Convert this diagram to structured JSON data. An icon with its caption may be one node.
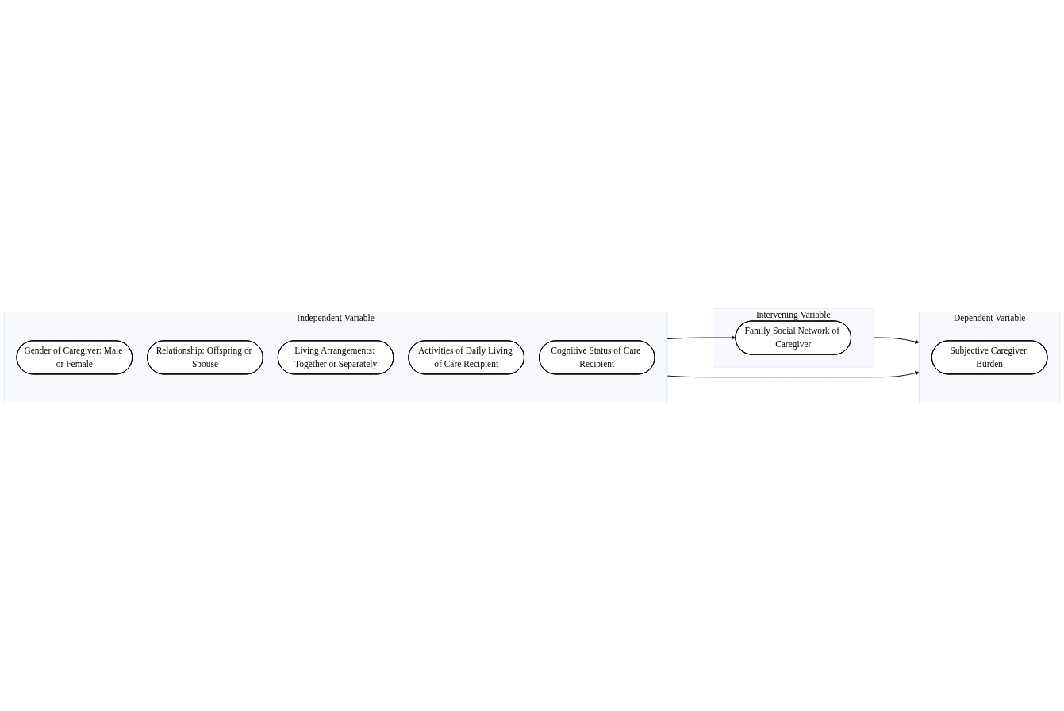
{
  "diagram": {
    "nodes": [
      {
        "text": [
          "Independent Variable"
        ]
      },
      {
        "text": [
          "Gender of Caregiver: Male or Female"
        ],
        "in": 0
      },
      {
        "text": [
          "Relationship: Offspring or Spouse"
        ],
        "in": 0
      },
      {
        "text": [
          "Living Arrangements: Together or Separately"
        ],
        "in": 0
      },
      {
        "text": [
          "Activities of Daily Living of Care Recipient"
        ],
        "in": 0
      },
      {
        "text": [
          "Cognitive Status of Care Recipient"
        ],
        "in": 0
      },
      {
        "text": [
          "Intervening Variable"
        ]
      },
      {
        "text": [
          "Family Social Network of Caregiver"
        ],
        "in": 6
      },
      {
        "text": [
          "Dependent Variable"
        ]
      },
      {
        "text": [
          "Subjective Caregiver Burden"
        ],
        "in": 8
      }
    ],
    "edges": [
      {
        "from": 0,
        "to": 7,
        "arrow": "to"
      },
      {
        "from": 6,
        "to": 8,
        "arrow": "to"
      },
      {
        "from": 0,
        "to": 8,
        "arrow": "to"
      }
    ]
  }
}
